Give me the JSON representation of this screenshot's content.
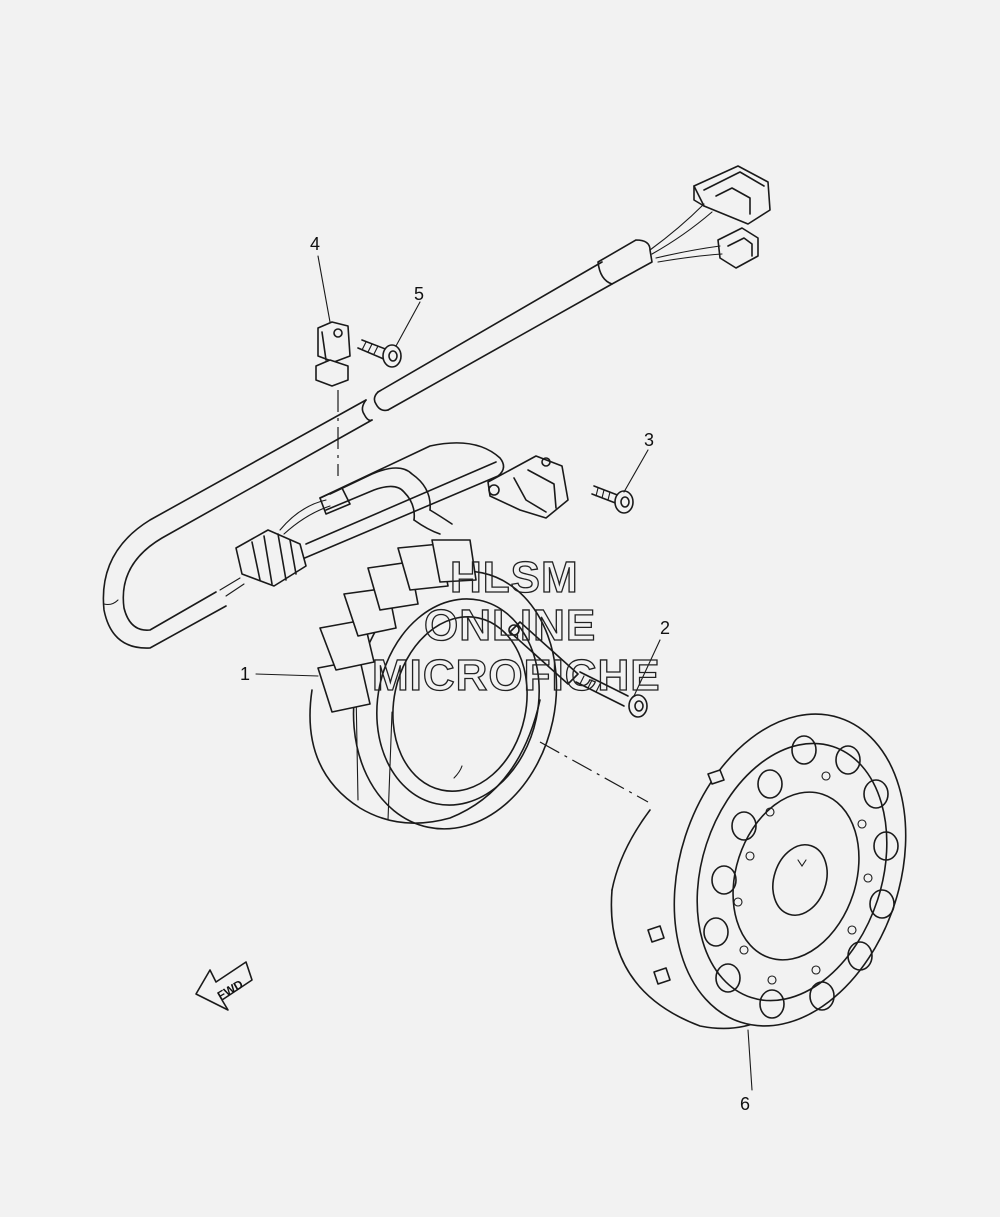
{
  "callouts": {
    "c1": "1",
    "c2": "2",
    "c3": "3",
    "c4": "4",
    "c5": "5",
    "c6": "6"
  },
  "watermark": {
    "line1": "HLSM",
    "line2": "ONLINE",
    "line3": "MICROFICHE"
  },
  "direction_arrow": {
    "label": "FWD"
  },
  "colors": {
    "background": "#f2f2f2",
    "linework": "#1a1a1a"
  }
}
